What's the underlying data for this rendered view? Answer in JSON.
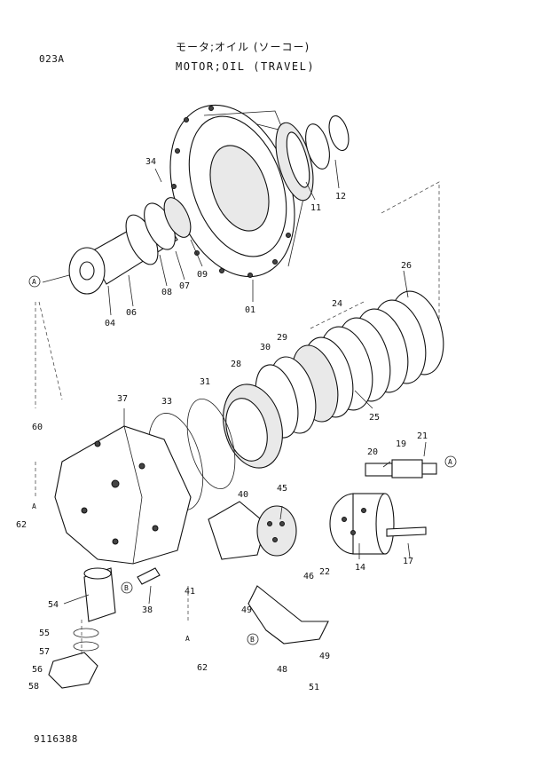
{
  "header": {
    "sheet_code": "023A",
    "title_jp": "モータ;オイル (ソーコー)",
    "title_en": "MOTOR;OIL (TRAVEL)"
  },
  "footer": {
    "drawing_number": "9116388"
  },
  "parts": [
    {
      "id": "p34",
      "label": "34"
    },
    {
      "id": "p11",
      "label": "11"
    },
    {
      "id": "p12",
      "label": "12"
    },
    {
      "id": "p26",
      "label": "26"
    },
    {
      "id": "p09",
      "label": "09"
    },
    {
      "id": "p07",
      "label": "07"
    },
    {
      "id": "p08",
      "label": "08"
    },
    {
      "id": "p06",
      "label": "06"
    },
    {
      "id": "p04",
      "label": "04"
    },
    {
      "id": "p01",
      "label": "01"
    },
    {
      "id": "p24",
      "label": "24"
    },
    {
      "id": "p29",
      "label": "29"
    },
    {
      "id": "p30",
      "label": "30"
    },
    {
      "id": "p28",
      "label": "28"
    },
    {
      "id": "p31",
      "label": "31"
    },
    {
      "id": "p25",
      "label": "25"
    },
    {
      "id": "p37",
      "label": "37"
    },
    {
      "id": "p33",
      "label": "33"
    },
    {
      "id": "p60",
      "label": "60"
    },
    {
      "id": "p21",
      "label": "21"
    },
    {
      "id": "p19",
      "label": "19"
    },
    {
      "id": "p20",
      "label": "20"
    },
    {
      "id": "p62a",
      "label": "62"
    },
    {
      "id": "p40",
      "label": "40"
    },
    {
      "id": "p45",
      "label": "45"
    },
    {
      "id": "p46",
      "label": "46"
    },
    {
      "id": "p22",
      "label": "22"
    },
    {
      "id": "p14",
      "label": "14"
    },
    {
      "id": "p17",
      "label": "17"
    },
    {
      "id": "p41",
      "label": "41"
    },
    {
      "id": "p54",
      "label": "54"
    },
    {
      "id": "p38",
      "label": "38"
    },
    {
      "id": "p49a",
      "label": "49"
    },
    {
      "id": "p55",
      "label": "55"
    },
    {
      "id": "p57",
      "label": "57"
    },
    {
      "id": "p56",
      "label": "56"
    },
    {
      "id": "p58",
      "label": "58"
    },
    {
      "id": "p62b",
      "label": "62"
    },
    {
      "id": "p49b",
      "label": "49"
    },
    {
      "id": "p48",
      "label": "48"
    },
    {
      "id": "p51",
      "label": "51"
    }
  ],
  "callouts": {
    "a": "A",
    "b": "B"
  }
}
